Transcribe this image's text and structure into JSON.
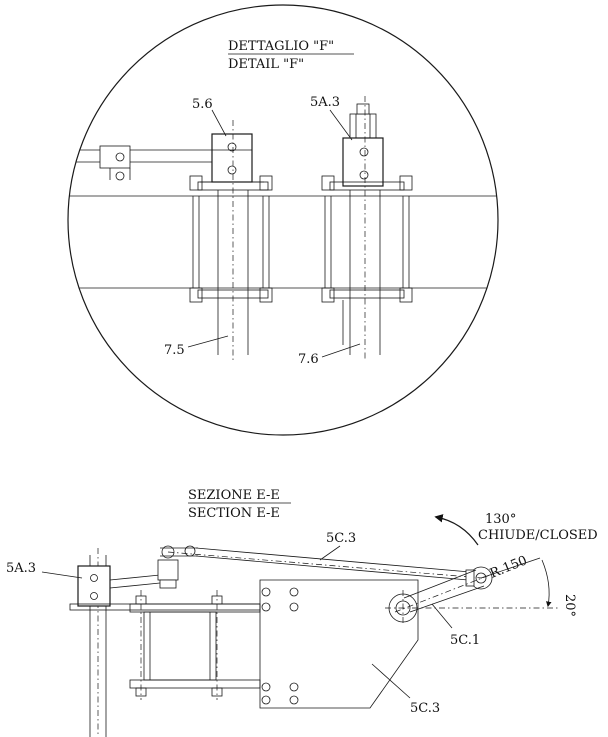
{
  "detail": {
    "title_it": "DETTAGLIO \"F\"",
    "title_en": "DETAIL \"F\"",
    "labels": {
      "part_5_6": "5.6",
      "part_5a3": "5A.3",
      "part_7_5": "7.5",
      "part_7_6": "7.6"
    }
  },
  "section": {
    "title_it": "SEZIONE E-E",
    "title_en": "SECTION E-E",
    "labels": {
      "part_5c3_top": "5C.3",
      "part_5a3": "5A.3",
      "part_5c1": "5C.1",
      "part_5c3_bottom": "5C.3",
      "angle_130": "130°",
      "closed": "CHIUDE/CLOSED",
      "radius": "R.150",
      "angle_20": "20°"
    }
  }
}
